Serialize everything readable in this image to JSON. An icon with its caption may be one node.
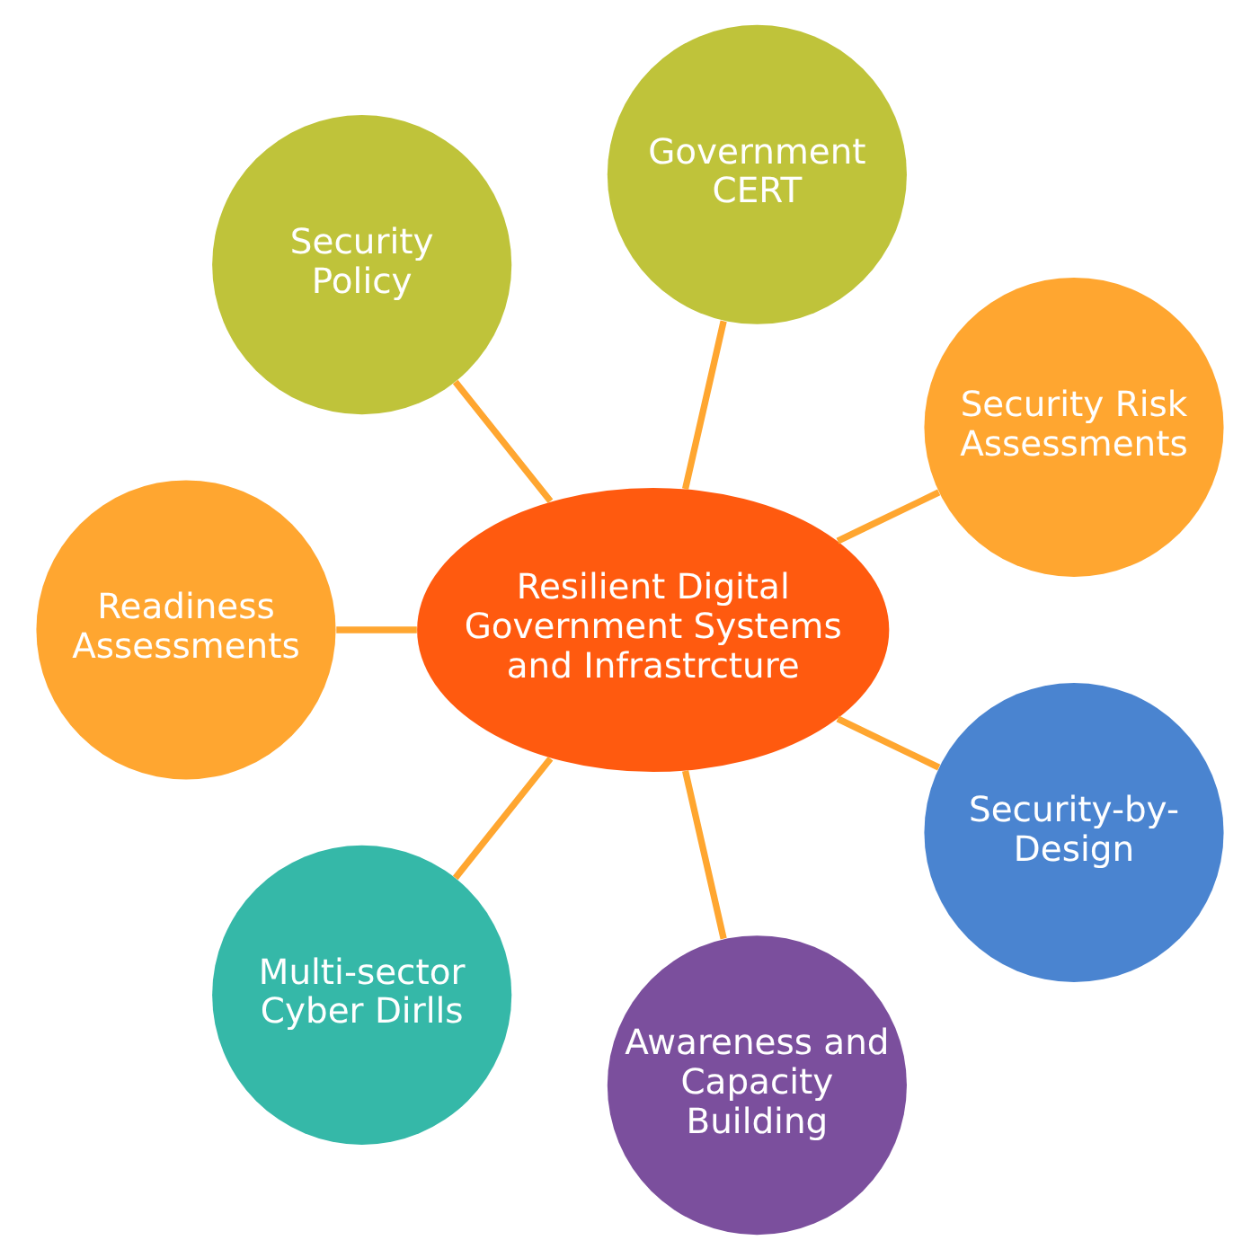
{
  "diagram": {
    "nodes": [
      {
        "text": [
          "Security Risk Assessments"
        ]
      },
      {
        "text": [
          "Government CERT"
        ]
      },
      {
        "text": [
          "Security Policy"
        ]
      },
      {
        "text": [
          "Resilient Digital Government Systems and Infrastrcture"
        ]
      },
      {
        "text": [
          "Readiness Assessments"
        ]
      },
      {
        "text": [
          "Multi-sector Cyber Dirlls"
        ]
      },
      {
        "text": [
          "Awareness and Capacity Building"
        ]
      },
      {
        "text": [
          "Security-by-Design"
        ]
      }
    ],
    "edges": [
      {
        "from": 3,
        "to": 0,
        "arrow": "none"
      },
      {
        "from": 3,
        "to": 2,
        "arrow": "none"
      },
      {
        "from": 3,
        "to": 5,
        "arrow": "none"
      },
      {
        "from": 3,
        "to": 7,
        "arrow": "none"
      },
      {
        "from": 3,
        "to": 6,
        "arrow": "none"
      },
      {
        "from": 3,
        "to": 4,
        "arrow": "none"
      },
      {
        "from": 3,
        "to": 1,
        "arrow": "none"
      }
    ]
  }
}
